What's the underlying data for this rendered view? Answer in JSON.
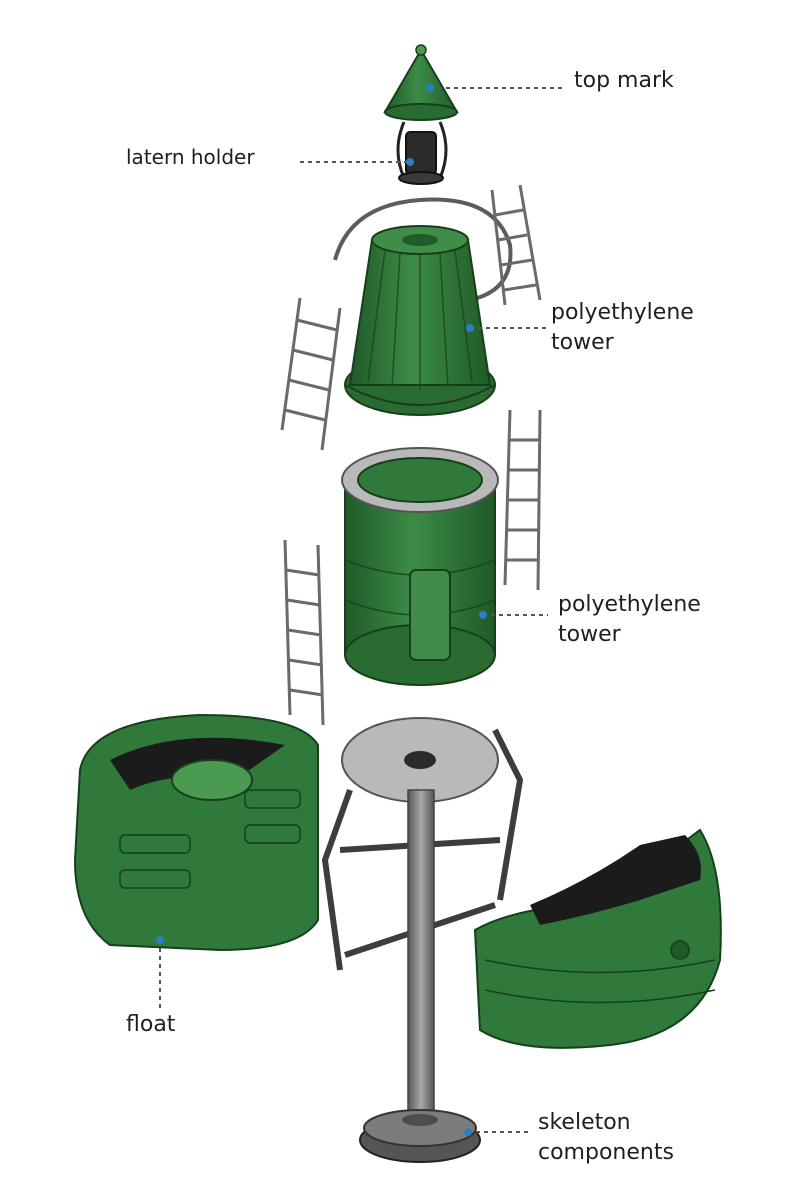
{
  "diagram": {
    "labels": {
      "top_mark": "top mark",
      "lantern_holder": "latern holder",
      "tower_upper_line1": "polyethylene",
      "tower_upper_line2": "tower",
      "tower_lower_line1": "polyethylene",
      "tower_lower_line2": "tower",
      "float": "float",
      "skeleton_line1": "skeleton",
      "skeleton_line2": "components"
    },
    "colors": {
      "body_green": "#2f7a3a",
      "dark_green": "#1f5a28",
      "light_green": "#4a9a52",
      "metal_grey": "#8e8e8e",
      "dark_grey": "#4d4d4d",
      "marker_blue": "#2a7fc4",
      "leader_line": "#555555"
    }
  }
}
